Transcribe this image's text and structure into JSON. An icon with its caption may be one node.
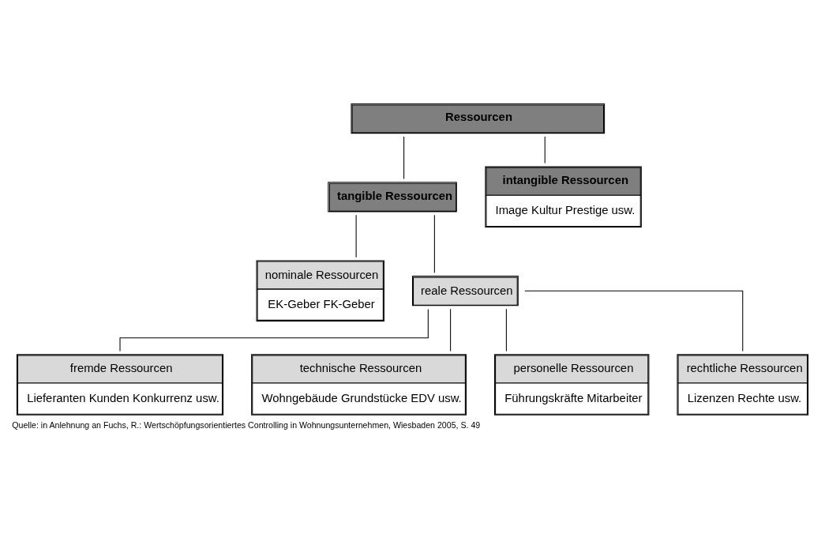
{
  "diagram": {
    "caption": "Quelle: in Anlehnung an Fuchs, R.: Wertschöpfungsorientiertes Controlling in Wohnungsunternehmen, Wiesbaden 2005, S. 49",
    "nodes": [
      {
        "text": [
          "Ressourcen"
        ]
      },
      {
        "text": [
          "tangible Ressourcen"
        ]
      },
      {
        "text": [
          "intangible Ressourcen",
          "Image Kultur Prestige usw."
        ]
      },
      {
        "text": [
          "nominale Ressourcen",
          "EK-Geber FK-Geber"
        ]
      },
      {
        "text": [
          "reale Ressourcen"
        ]
      },
      {
        "text": [
          "fremde Ressourcen",
          "Lieferanten Kunden Konkurrenz usw."
        ]
      },
      {
        "text": [
          "technische Ressourcen",
          "Wohngebäude Grundstücke EDV usw."
        ]
      },
      {
        "text": [
          "personelle Ressourcen",
          "Führungskräfte Mitarbeiter"
        ]
      },
      {
        "text": [
          "rechtliche Ressourcen",
          "Lizenzen Rechte usw."
        ]
      }
    ],
    "edges": [
      {
        "from": 0,
        "to": 1,
        "arrow": "none"
      },
      {
        "from": 0,
        "to": 2,
        "arrow": "none"
      },
      {
        "from": 1,
        "to": 3,
        "arrow": "none"
      },
      {
        "from": 1,
        "to": 4,
        "arrow": "none"
      },
      {
        "from": 4,
        "to": 5,
        "arrow": "none"
      },
      {
        "from": 4,
        "to": 6,
        "arrow": "none"
      },
      {
        "from": 4,
        "to": 7,
        "arrow": "none"
      },
      {
        "from": 4,
        "to": 8,
        "arrow": "none"
      }
    ]
  }
}
